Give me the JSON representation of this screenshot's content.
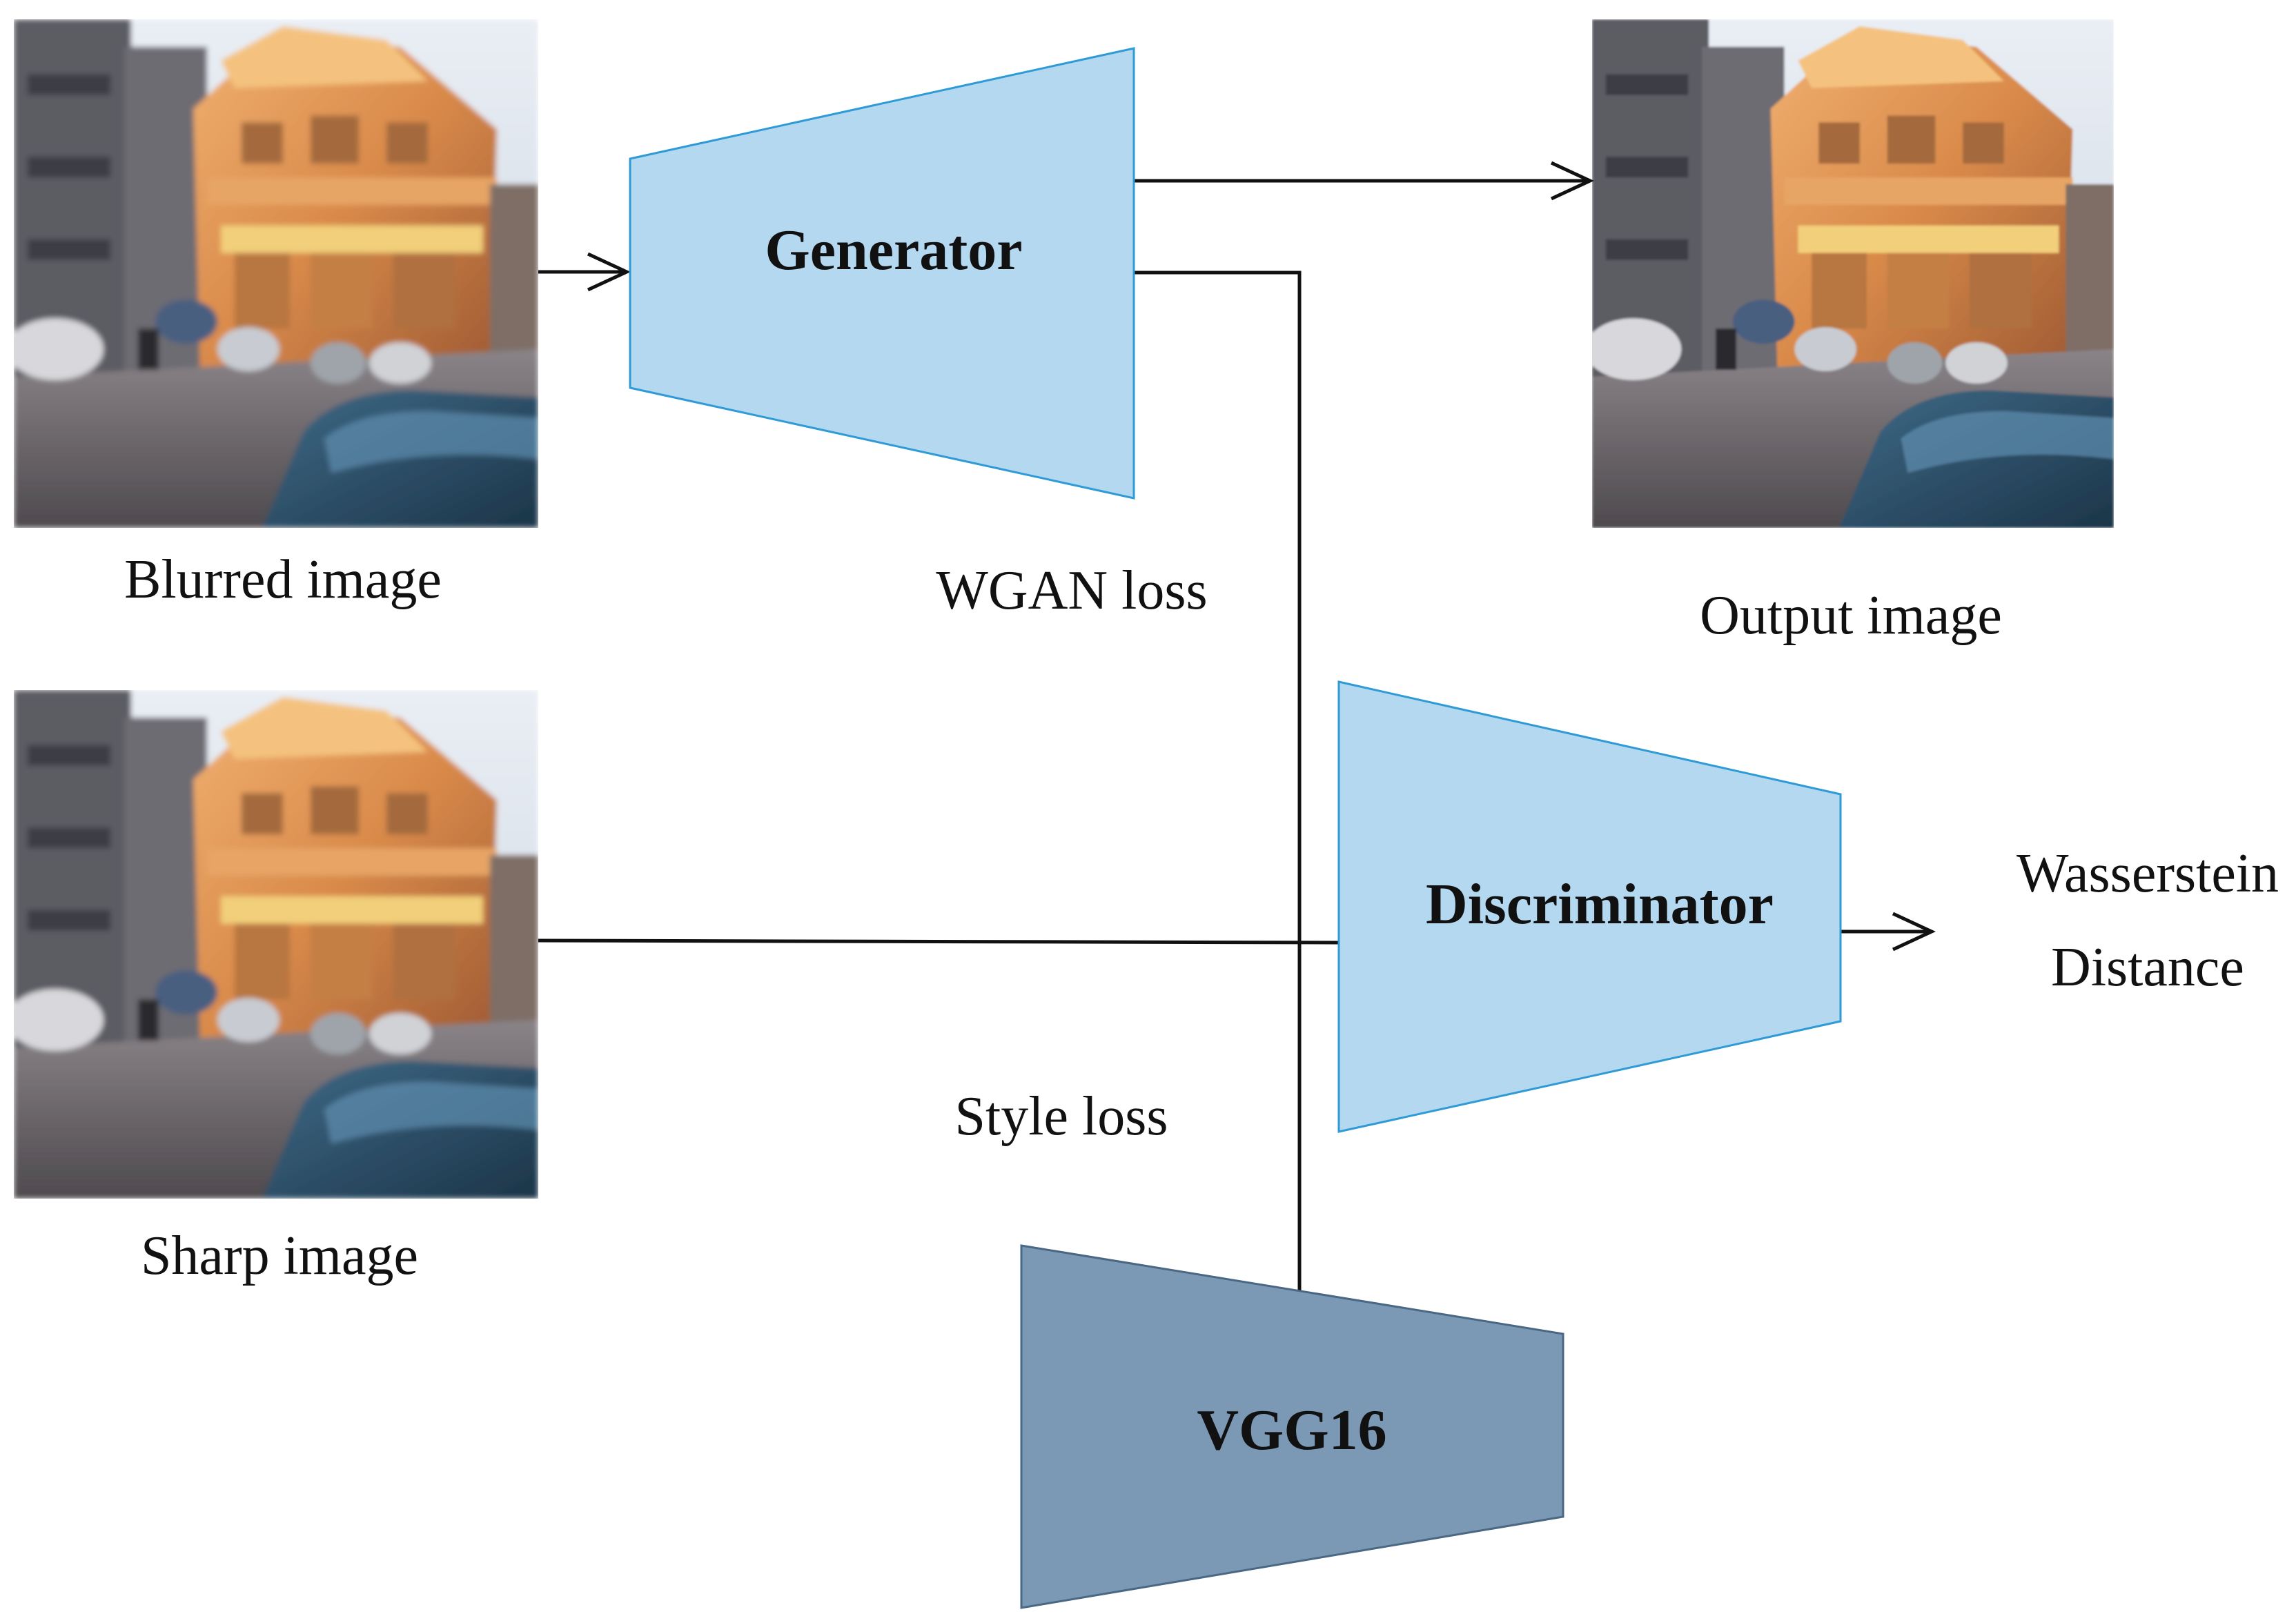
{
  "images": {
    "blurred": {
      "caption": "Blurred image"
    },
    "sharp": {
      "caption": "Sharp image"
    },
    "output": {
      "caption": "Output image"
    }
  },
  "blocks": {
    "generator": {
      "label": "Generator",
      "fill": "#b4d8f0",
      "stroke": "#2f9bd6"
    },
    "discriminator": {
      "label": "Discriminator",
      "fill": "#b4d8f0",
      "stroke": "#2f9bd6"
    },
    "vgg16": {
      "label": "VGG16",
      "fill": "#7b98b4",
      "stroke": "#4a6783"
    }
  },
  "losses": {
    "wgan": "WGAN loss",
    "style": "Style loss"
  },
  "result": {
    "line1": "Wasserstein",
    "line2": "Distance"
  },
  "colors": {
    "sky": "#dfe6ef",
    "building": "#d98a4a",
    "road": "#6f6a6e",
    "car": "#2c4e66"
  }
}
